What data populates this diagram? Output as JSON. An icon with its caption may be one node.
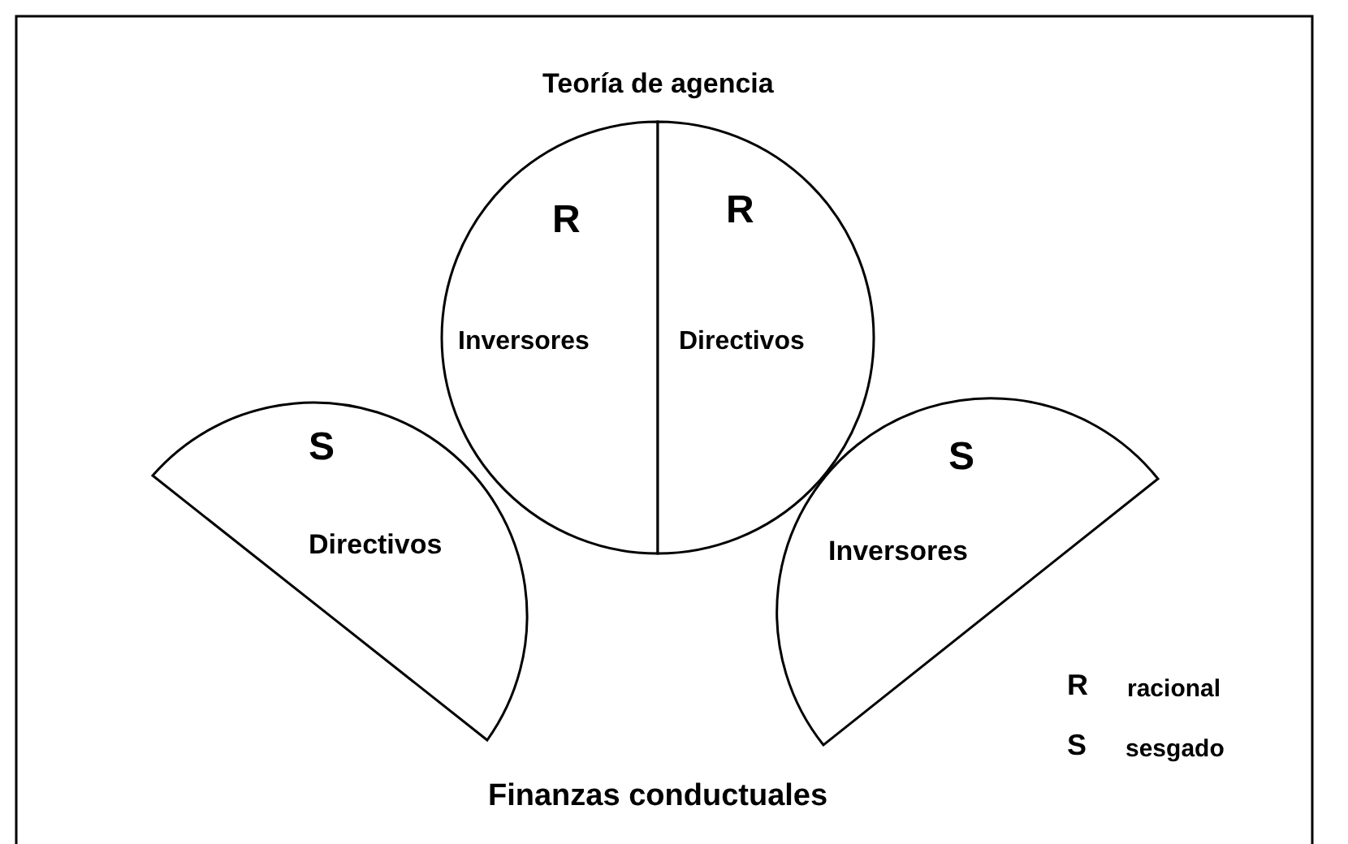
{
  "diagram": {
    "title": "Teoría de agencia",
    "caption": "Finanzas conductuales",
    "nodes": [
      {
        "text": [
          "R",
          "Inversores"
        ]
      },
      {
        "text": [
          "R",
          "Directivos"
        ]
      },
      {
        "text": [
          "S",
          "Directivos"
        ]
      },
      {
        "text": [
          "S",
          "Inversores"
        ]
      }
    ],
    "edges": [],
    "labels": [
      "R",
      "racional",
      "S",
      "sesgado"
    ]
  }
}
